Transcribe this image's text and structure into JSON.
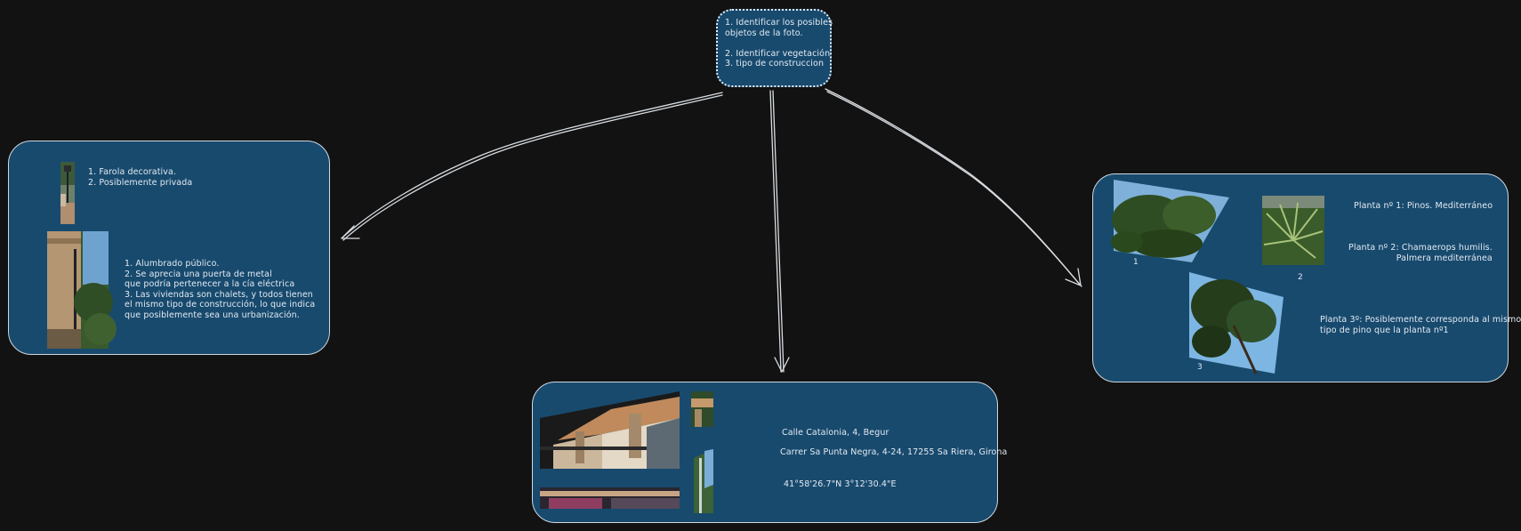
{
  "nodes": {
    "top": {
      "text": "1. Identificar los posibles\nobjetos de la foto.\n\n2. Identificar vegetación\n3. tipo de construccion"
    },
    "left": {
      "note1": "1. Farola decorativa.\n2. Posiblemente privada",
      "note2": "1. Alumbrado público.\n2. Se aprecia una puerta de metal\nque podría pertenecer a la cía eléctrica\n3. Las viviendas son chalets, y todos tienen\nel mismo tipo de construcción, lo que indica\nque posiblemente sea una urbanización."
    },
    "center": {
      "address1": "Calle Catalonia, 4, Begur",
      "address2": "Carrer Sa Punta Negra, 4-24, 17255 Sa Riera, Girona",
      "coords": "41°58'26.7\"N 3°12'30.4\"E"
    },
    "right": {
      "plant1": "Planta nº 1: Pinos. Mediterráneo",
      "plant2": "Planta nº 2: Chamaerops humilis.\nPalmera mediterránea",
      "plant3": "Planta 3º: Posiblemente corresponda al mismo\ntipo de pino que la planta nº1",
      "label1": "1",
      "label2": "2",
      "label3": "3"
    }
  },
  "colors": {
    "background": "#121212",
    "box_fill": "#184a6e",
    "stroke": "#cfd8e0"
  }
}
